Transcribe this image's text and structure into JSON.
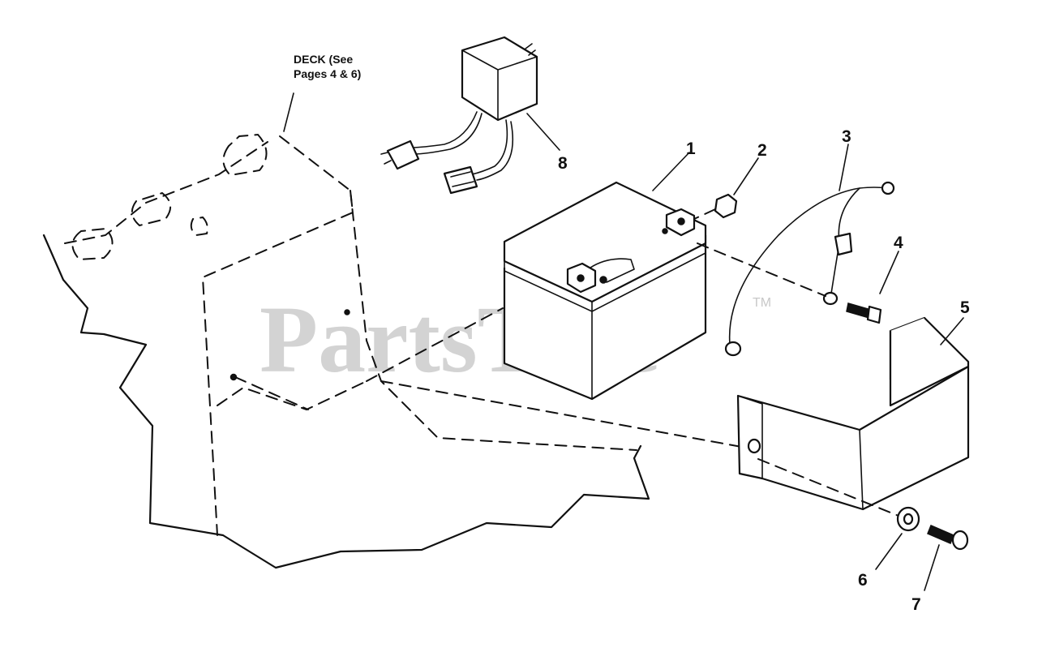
{
  "deck_label": {
    "line1": "DECK (See",
    "line2": "Pages 4 & 6)"
  },
  "callouts": [
    "1",
    "2",
    "3",
    "4",
    "5",
    "6",
    "7",
    "8"
  ],
  "watermark": {
    "text": "PartsTree",
    "tm": "TM"
  }
}
